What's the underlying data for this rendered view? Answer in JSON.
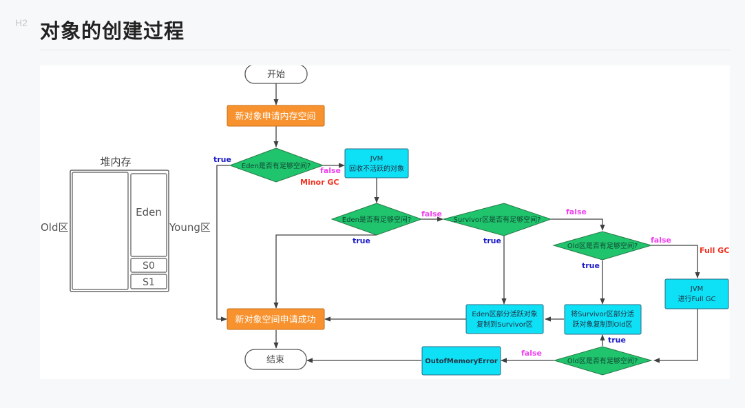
{
  "header": {
    "heading_level": "H2",
    "title": "对象的创建过程"
  },
  "heap": {
    "title": "堆内存",
    "old_label": "Old区",
    "young_label": "Young区",
    "eden": "Eden",
    "s0": "S0",
    "s1": "S1"
  },
  "flow": {
    "start": "开始",
    "request": "新对象申请内存空间",
    "eden_check_1": "Eden是否有足够空间?",
    "jvm_gc": [
      "JVM",
      "回收不活跃的对象"
    ],
    "eden_check_2": "Eden是否有足够空间?",
    "survivor_check": "Survivor区是否有足够空间?",
    "old_check_1": "Old区是否有足够空间?",
    "jvm_full_gc": [
      "JVM",
      "进行Full GC"
    ],
    "copy_to_survivor": [
      "Eden区部分活跃对象",
      "复制到Survivor区"
    ],
    "copy_to_old": [
      "将Survivor区部分活",
      "跃对象复制到Old区"
    ],
    "old_check_2": "Old区是否有足够空间?",
    "oom": "OutofMemoryError",
    "success": "新对象空间申请成功",
    "end": "结束"
  },
  "edge_labels": {
    "true": "true",
    "false": "false",
    "minor_gc": "Minor GC",
    "full_gc": "Full GC"
  },
  "colors": {
    "orange": "#f7922e",
    "cyan": "#0ee0f5",
    "green": "#20c46c",
    "true_blue": "#1a1ac8",
    "false_magenta": "#f040f0",
    "gc_red": "#f03020",
    "line": "#404040"
  }
}
